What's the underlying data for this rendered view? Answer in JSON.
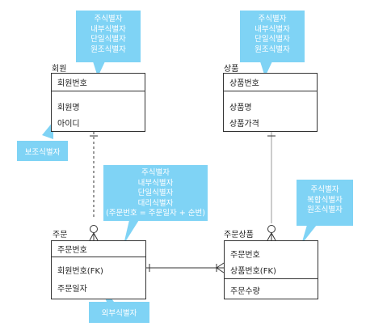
{
  "entities": {
    "member": {
      "name": "회원",
      "key": "회원번호",
      "attrs": [
        "회원명",
        "아이디"
      ]
    },
    "product": {
      "name": "상품",
      "key": "상품번호",
      "attrs": [
        "상품명",
        "상품가격"
      ]
    },
    "order": {
      "name": "주문",
      "key": "주문번호",
      "attrs": [
        "회원번호(FK)",
        "주문일자"
      ]
    },
    "order_product": {
      "name": "주문상품",
      "keys": [
        "주문번호",
        "상품번호(FK)"
      ],
      "attrs": [
        "주문수량"
      ]
    }
  },
  "callouts": {
    "member_keys": [
      "주식별자",
      "내부식별자",
      "단일식별자",
      "원조식별자"
    ],
    "product_keys": [
      "주식별자",
      "내부식별자",
      "단일식별자",
      "원조식별자"
    ],
    "order_keys": [
      "주식별자",
      "내부식별자",
      "단일식별자",
      "대리식별자",
      "(주문번호 = 주문일자 + 순번)"
    ],
    "order_product_keys": [
      "주식별자",
      "복합식별자",
      "원조식별자"
    ]
  },
  "tags": {
    "member_secondary": "보조식별자",
    "order_foreign": "외부식별자"
  },
  "colors": {
    "callout": "#7fd3f5",
    "line": "#333333"
  }
}
